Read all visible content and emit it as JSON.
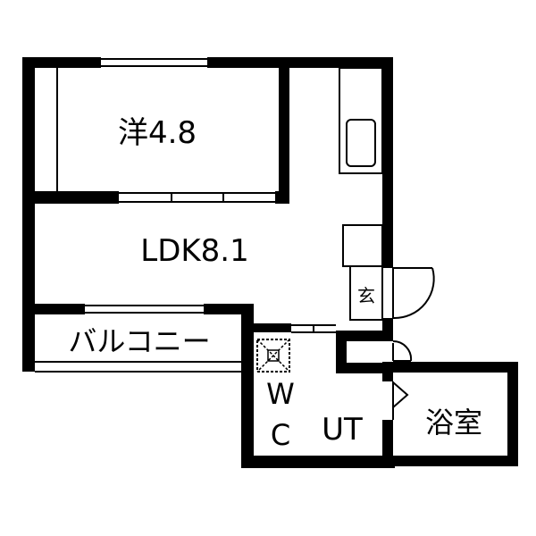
{
  "rooms": {
    "western_room": "洋4.8",
    "ldk": "LDK8.1",
    "balcony": "バルコニー",
    "entrance": "玄",
    "toilet_w": "W",
    "toilet_c": "C",
    "utility": "UT",
    "bathroom": "浴室"
  },
  "colors": {
    "wall": "#000000",
    "background": "#ffffff"
  }
}
